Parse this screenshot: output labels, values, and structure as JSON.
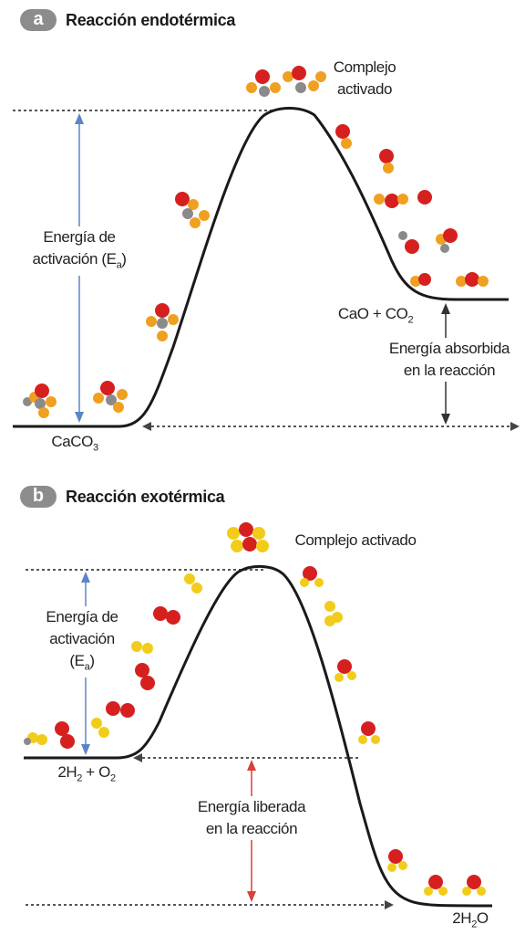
{
  "panel_a": {
    "badge": "a",
    "title": "Reacción endotérmica",
    "activated_complex": [
      "Complejo",
      "activado"
    ],
    "activation_energy": [
      "Energía de",
      "activación (E",
      "a",
      ")"
    ],
    "reactant": {
      "main": "CaCO",
      "sub": "3"
    },
    "products": {
      "main": "CaO + CO",
      "sub": "2"
    },
    "energy_absorbed": [
      "Energía absorbida",
      "en la reacción"
    ]
  },
  "panel_b": {
    "badge": "b",
    "title": "Reacción exotérmica",
    "activated_complex": "Complejo activado",
    "activation_energy": [
      "Energía de",
      "activación",
      "(E",
      "a",
      ")"
    ],
    "reactants": {
      "a": "2H",
      "a_sub": "2",
      "plus": " + O",
      "b_sub": "2"
    },
    "products": {
      "main": "2H",
      "sub": "2",
      "tail": "O"
    },
    "energy_released": [
      "Energía liberada",
      "en la reacción"
    ]
  },
  "colors": {
    "curve": "#1a1a1a",
    "dotted": "#555555",
    "blue_arrow": "#5b86c6",
    "red_arrow": "#d9413a",
    "oxygen": "#d62020",
    "carbon": "#8a8a8a",
    "calcium": "#f0a020",
    "hydrogen": "#f2cc1a",
    "badge": "#8c8c8c"
  }
}
